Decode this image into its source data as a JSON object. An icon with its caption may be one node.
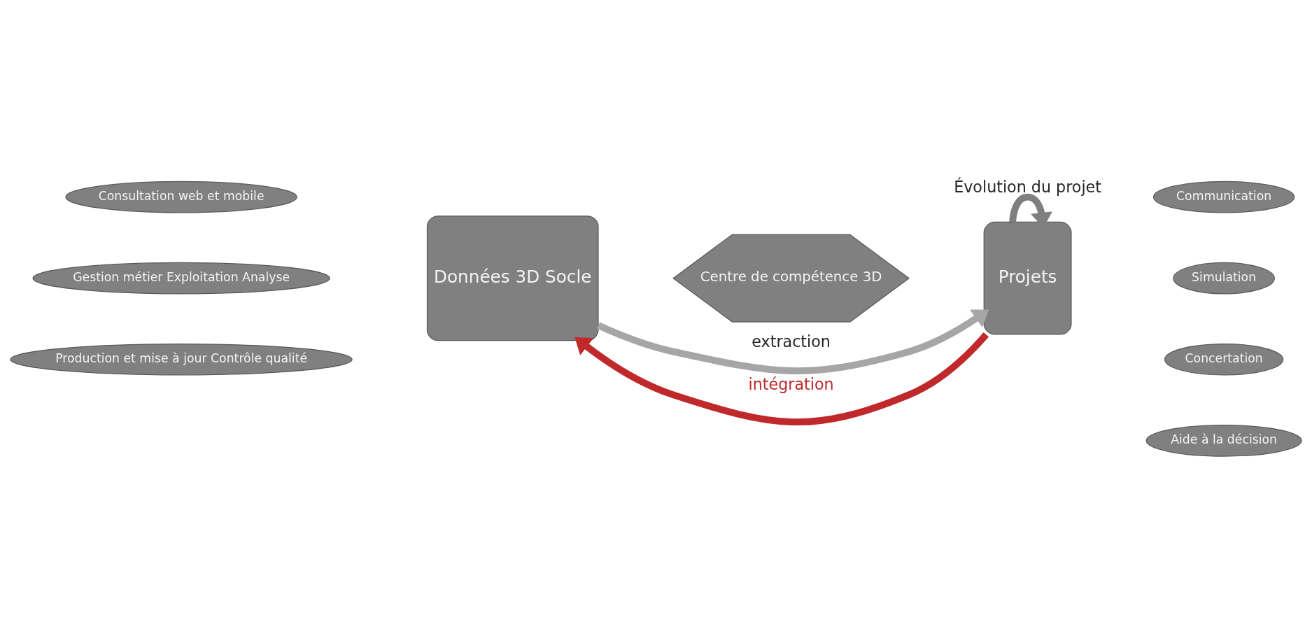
{
  "diagram": {
    "nodes": [
      {
        "text": [
          "Consultation web et mobile"
        ]
      },
      {
        "text": [
          "Gestion métier Exploitation Analyse"
        ]
      },
      {
        "text": [
          "Production et mise à jour Contrôle qualité"
        ]
      },
      {
        "text": [
          "Données 3D Socle"
        ]
      },
      {
        "text": [
          "Centre de compétence 3D"
        ]
      },
      {
        "text": [
          "Projets"
        ]
      },
      {
        "text": [
          "Communication"
        ]
      },
      {
        "text": [
          "Simulation"
        ]
      },
      {
        "text": [
          "Concertation"
        ]
      },
      {
        "text": [
          "Aide à la décision"
        ]
      }
    ],
    "edges": [
      {
        "from": 3,
        "to": 5,
        "arrow": "to",
        "label": "extraction",
        "color": "#a6a6a6"
      },
      {
        "from": 5,
        "to": 3,
        "arrow": "to",
        "label": "intégration",
        "color": "#c0292b"
      },
      {
        "from": 5,
        "to": 5,
        "arrow": "to",
        "label": "Évolution du projet",
        "color": "#7f7f7f"
      }
    ]
  }
}
